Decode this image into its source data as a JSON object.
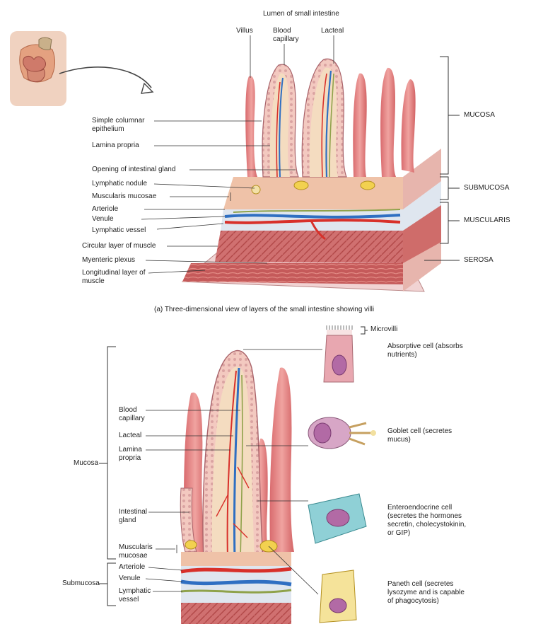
{
  "top": {
    "lumen": "Lumen of small intestine",
    "labels": {
      "villus": "Villus",
      "blood_capillary": "Blood capillary",
      "lacteal": "Lacteal",
      "simple_columnar": "Simple columnar epithelium",
      "lamina_propria": "Lamina propria",
      "opening_gland": "Opening of intestinal gland",
      "lymphatic_nodule": "Lymphatic nodule",
      "muscularis_mucosae": "Muscularis mucosae",
      "arteriole": "Arteriole",
      "venule": "Venule",
      "lymphatic_vessel": "Lymphatic vessel",
      "circular_muscle": "Circular layer of muscle",
      "myenteric_plexus": "Myenteric plexus",
      "longitudinal_muscle": "Longitudinal layer of muscle"
    },
    "layers": {
      "mucosa": "MUCOSA",
      "submucosa": "SUBMUCOSA",
      "muscularis": "MUSCULARIS",
      "serosa": "SEROSA"
    },
    "caption": "(a) Three-dimensional view of layers of the small intestine showing villi"
  },
  "bottom": {
    "labels": {
      "microvilli": "Microvilli",
      "absorptive": "Absorptive cell (absorbs nutrients)",
      "goblet": "Goblet cell (secretes mucus)",
      "enteroendocrine": "Enteroendocrine cell (secretes the hormones secretin, cholecystokinin, or GIP)",
      "paneth": "Paneth cell (secretes lysozyme and is capable of phagocytosis)",
      "mucosa": "Mucosa",
      "submucosa": "Submucosa",
      "blood_capillary": "Blood capillary",
      "lacteal": "Lacteal",
      "lamina_propria": "Lamina propria",
      "intestinal_gland": "Intestinal gland",
      "muscularis_mucosae": "Muscularis mucosae",
      "arteriole": "Arteriole",
      "venule": "Venule",
      "lymphatic_vessel": "Lymphatic vessel"
    }
  },
  "colors": {
    "tissue": "#e9a9a0",
    "villus": "#e58a8a",
    "epithelium": "#f3c6bd",
    "blood": "#d8302a",
    "vein": "#2f6fc2",
    "lymph": "#8fa24a",
    "muscle": "#c9605e",
    "submucosa": "#dfe6ef",
    "gland": "#f2d14f",
    "goblet": "#d7a6c6",
    "entero": "#8fd0d6"
  }
}
